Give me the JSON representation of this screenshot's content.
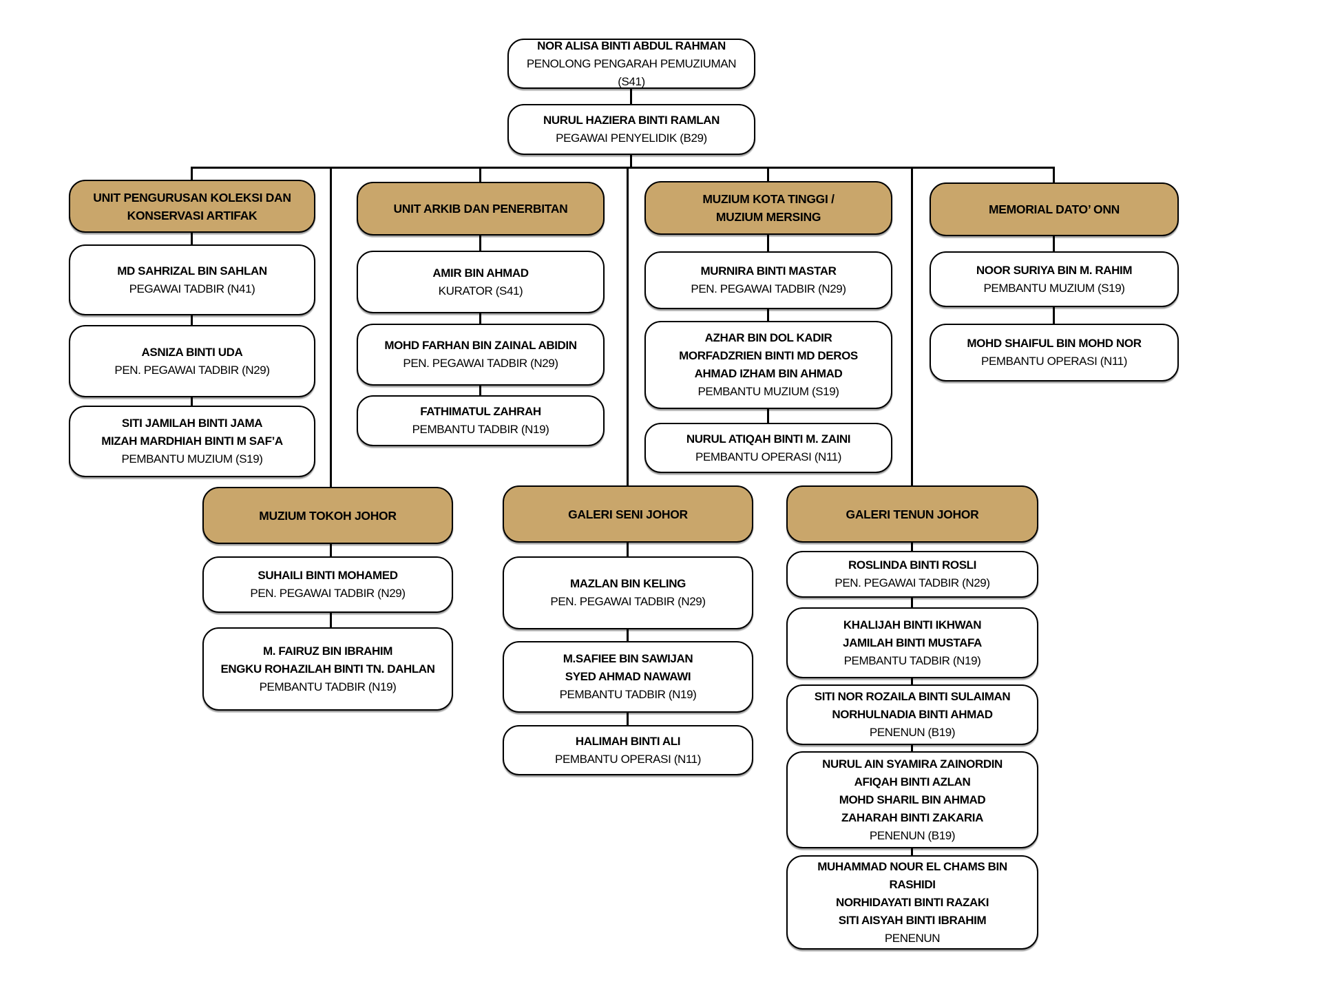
{
  "colors": {
    "unit_header_fill": "#C9A66B",
    "box_border": "#000000",
    "box_fill": "#ffffff",
    "connector": "#000000"
  },
  "leadership": [
    {
      "name": "NOR ALISA BINTI ABDUL RAHMAN",
      "title": "PENOLONG PENGARAH PEMUZIUMAN (S41)"
    },
    {
      "name": "NURUL HAZIERA BINTI RAMLAN",
      "title": "PEGAWAI PENYELIDIK (B29)"
    }
  ],
  "units": [
    {
      "header_lines": [
        "UNIT PENGURUSAN KOLEKSI DAN",
        "KONSERVASI ARTIFAK"
      ],
      "staff": [
        {
          "names": [
            "MD SAHRIZAL BIN SAHLAN"
          ],
          "title": "PEGAWAI TADBIR (N41)"
        },
        {
          "names": [
            "ASNIZA BINTI UDA"
          ],
          "title": "PEN. PEGAWAI TADBIR (N29)"
        },
        {
          "names": [
            "SITI JAMILAH BINTI JAMA",
            "MIZAH MARDHIAH BINTI M SAF’A"
          ],
          "title": "PEMBANTU MUZIUM (S19)"
        }
      ]
    },
    {
      "header_lines": [
        "UNIT ARKIB DAN PENERBITAN"
      ],
      "staff": [
        {
          "names": [
            "AMIR BIN AHMAD"
          ],
          "title": "KURATOR (S41)"
        },
        {
          "names": [
            "MOHD FARHAN BIN ZAINAL ABIDIN"
          ],
          "title": "PEN. PEGAWAI TADBIR (N29)"
        },
        {
          "names": [
            "FATHIMATUL ZAHRAH"
          ],
          "title": "PEMBANTU TADBIR (N19)"
        }
      ]
    },
    {
      "header_lines": [
        "MUZIUM KOTA TINGGI /",
        "MUZIUM MERSING"
      ],
      "staff": [
        {
          "names": [
            "MURNIRA BINTI MASTAR"
          ],
          "title": "PEN. PEGAWAI TADBIR (N29)"
        },
        {
          "names": [
            "AZHAR BIN DOL KADIR",
            "MORFADZRIEN BINTI MD DEROS",
            "AHMAD IZHAM BIN AHMAD"
          ],
          "title": "PEMBANTU MUZIUM (S19)"
        },
        {
          "names": [
            "NURUL ATIQAH BINTI M. ZAINI"
          ],
          "title": "PEMBANTU OPERASI (N11)"
        }
      ]
    },
    {
      "header_lines": [
        "MEMORIAL DATO’ ONN"
      ],
      "staff": [
        {
          "names": [
            "NOOR SURIYA BIN M. RAHIM"
          ],
          "title": "PEMBANTU MUZIUM (S19)"
        },
        {
          "names": [
            "MOHD SHAIFUL BIN MOHD NOR"
          ],
          "title": "PEMBANTU OPERASI (N11)"
        }
      ]
    },
    {
      "header_lines": [
        "MUZIUM TOKOH JOHOR"
      ],
      "staff": [
        {
          "names": [
            "SUHAILI BINTI MOHAMED"
          ],
          "title": "PEN. PEGAWAI TADBIR (N29)"
        },
        {
          "names": [
            "M. FAIRUZ BIN IBRAHIM",
            "ENGKU ROHAZILAH BINTI TN. DAHLAN"
          ],
          "title": "PEMBANTU TADBIR (N19)"
        }
      ]
    },
    {
      "header_lines": [
        "GALERI SENI JOHOR"
      ],
      "staff": [
        {
          "names": [
            "MAZLAN BIN KELING"
          ],
          "title": "PEN. PEGAWAI TADBIR (N29)"
        },
        {
          "names": [
            "M.SAFIEE BIN SAWIJAN",
            "SYED AHMAD NAWAWI"
          ],
          "title": "PEMBANTU TADBIR (N19)"
        },
        {
          "names": [
            "HALIMAH BINTI ALI"
          ],
          "title": "PEMBANTU OPERASI (N11)"
        }
      ]
    },
    {
      "header_lines": [
        "GALERI TENUN JOHOR"
      ],
      "staff": [
        {
          "names": [
            "ROSLINDA BINTI ROSLI"
          ],
          "title": "PEN. PEGAWAI TADBIR (N29)"
        },
        {
          "names": [
            "KHALIJAH BINTI IKHWAN",
            "JAMILAH BINTI MUSTAFA"
          ],
          "title": "PEMBANTU TADBIR (N19)"
        },
        {
          "names": [
            "SITI NOR ROZAILA BINTI SULAIMAN",
            "NORHULNADIA BINTI AHMAD"
          ],
          "title": "PENENUN (B19)"
        },
        {
          "names": [
            "NURUL AIN SYAMIRA ZAINORDIN",
            "AFIQAH BINTI AZLAN",
            "MOHD SHARIL BIN AHMAD",
            "ZAHARAH BINTI ZAKARIA"
          ],
          "title": "PENENUN (B19)"
        },
        {
          "names": [
            "MUHAMMAD NOUR EL CHAMS BIN RASHIDI",
            "NORHIDAYATI BINTI RAZAKI",
            "SITI AISYAH BINTI IBRAHIM"
          ],
          "title": "PENENUN"
        }
      ]
    }
  ]
}
